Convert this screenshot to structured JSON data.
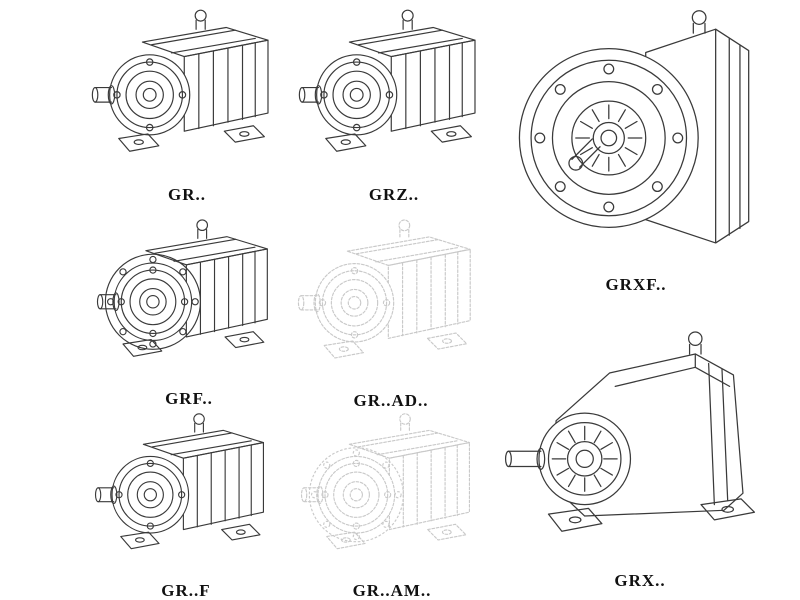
{
  "page": {
    "background": "#ffffff",
    "line_color": "#3a3a3a",
    "ghost_line_color": "#c9c9c9",
    "description": "Catalog sheet of GR series helical gear reducer variants, technical line drawings"
  },
  "figures": [
    {
      "label": "GR..",
      "drawing": "helical-gear-reducer-foot-mounted-iso",
      "render": "solid"
    },
    {
      "label": "GRZ..",
      "drawing": "helical-gear-reducer-foot-mounted-iso",
      "render": "solid"
    },
    {
      "label": "GRXF..",
      "drawing": "helical-gear-reducer-flange-front-view",
      "render": "solid"
    },
    {
      "label": "GRF..",
      "drawing": "helical-gear-reducer-flange-mounted-iso",
      "render": "solid"
    },
    {
      "label": "GR..AD..",
      "drawing": "helical-gear-reducer-input-adapter-iso",
      "render": "ghost"
    },
    {
      "label": "GR..F",
      "drawing": "helical-gear-reducer-foot-mounted-iso",
      "render": "solid"
    },
    {
      "label": "GR..AM..",
      "drawing": "helical-gear-reducer-motor-adapter-iso",
      "render": "ghost"
    },
    {
      "label": "GRX..",
      "drawing": "helical-gear-reducer-grx-iso",
      "render": "solid"
    }
  ]
}
